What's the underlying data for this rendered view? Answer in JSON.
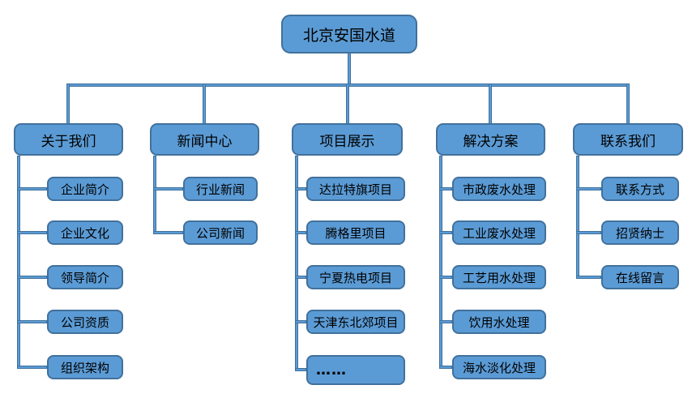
{
  "diagram": {
    "title": "北京安国水道",
    "branches": [
      {
        "label": "关于我们",
        "children": [
          "企业简介",
          "企业文化",
          "领导简介",
          "公司资质",
          "组织架构"
        ]
      },
      {
        "label": "新闻中心",
        "children": [
          "行业新闻",
          "公司新闻"
        ]
      },
      {
        "label": "项目展示",
        "children": [
          "达拉特旗项目",
          "腾格里项目",
          "宁夏热电项目",
          "天津东北郊项目",
          "……"
        ]
      },
      {
        "label": "解决方案",
        "children": [
          "市政废水处理",
          "工业废水处理",
          "工艺用水处理",
          "饮用水处理",
          "海水淡化处理"
        ]
      },
      {
        "label": "联系我们",
        "children": [
          "联系方式",
          "招贤纳士",
          "在线留言"
        ]
      }
    ],
    "colors": {
      "node_fill": "#5B9BD5",
      "node_border": "#41719C",
      "connector": "#5B9BD5",
      "text": "#000000",
      "background": "#FFFFFF"
    }
  }
}
